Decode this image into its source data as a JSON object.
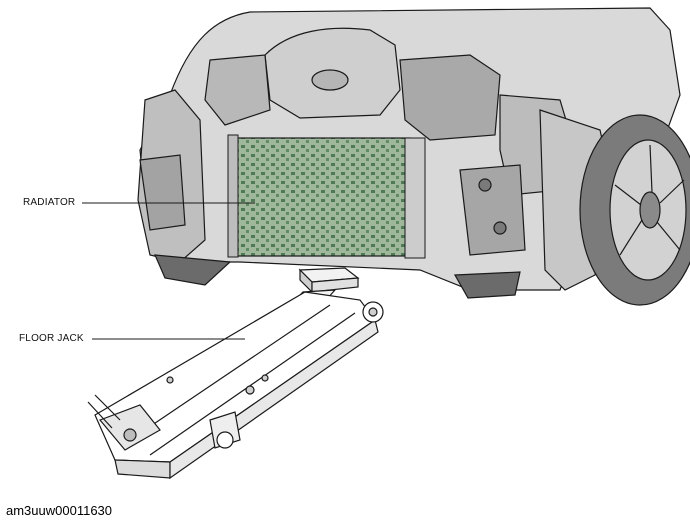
{
  "callouts": {
    "radiator": "RADIATOR",
    "floor_jack": "FLOOR JACK"
  },
  "figure_code": "am3uuw00011630",
  "colors": {
    "line": "#1a1a1a",
    "body_fill": "#d9d9d9",
    "dark_fill": "#6b6b6b",
    "radiator_fill": "#9fb89c",
    "radiator_dots": "#4f7a55"
  }
}
